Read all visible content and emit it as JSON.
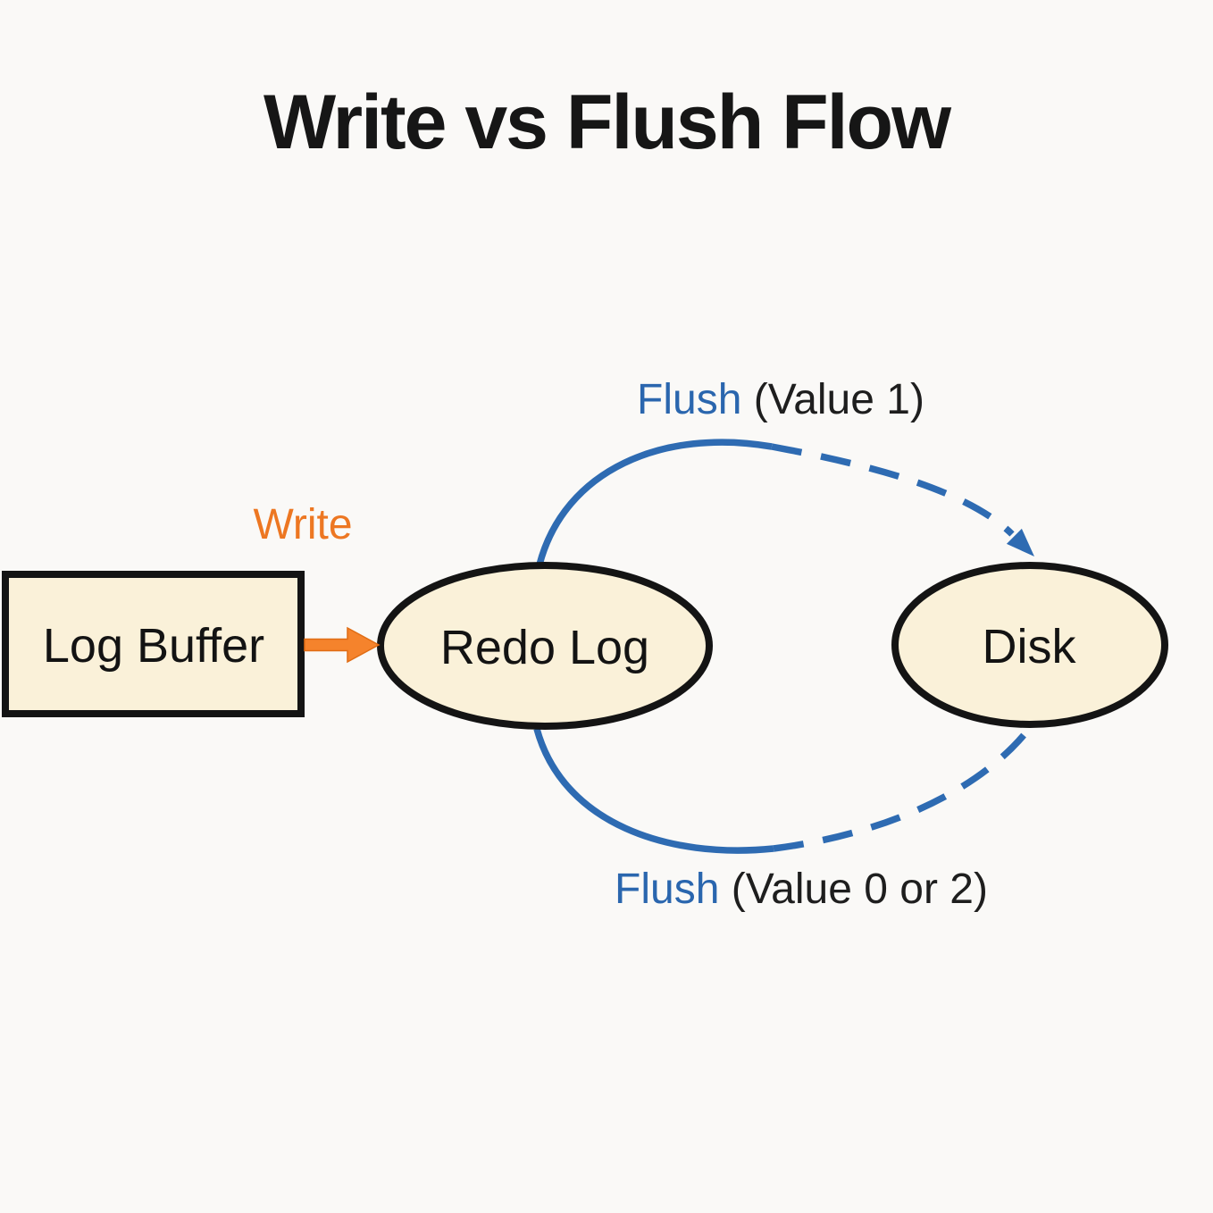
{
  "title": "Write vs Flush Flow",
  "nodes": {
    "log_buffer": {
      "label": "Log Buffer",
      "shape": "rectangle"
    },
    "redo_log": {
      "label": "Redo Log",
      "shape": "ellipse"
    },
    "disk": {
      "label": "Disk",
      "shape": "ellipse"
    }
  },
  "edges": {
    "write": {
      "label": "Write",
      "from": "Log Buffer",
      "to": "Redo Log",
      "style": "solid-arrow"
    },
    "flush_top": {
      "label_flush": "Flush",
      "label_value": " (Value 1)",
      "from": "Redo Log",
      "to": "Disk",
      "style": "curved, solid then dashed, arrowhead at Disk"
    },
    "flush_bottom": {
      "label_flush": "Flush",
      "label_value": " (Value 0 or 2)",
      "from": "Redo Log",
      "to": "Disk",
      "style": "curved, solid then dashed"
    }
  },
  "colors": {
    "background": "#faf9f7",
    "node_fill": "#faf1d9",
    "node_border": "#141414",
    "flush_blue": "#2a66ae",
    "curve_blue": "#2e6bb2",
    "write_orange": "#ed7722",
    "arrow_orange": "#f5832c",
    "text_dark": "#161616"
  }
}
